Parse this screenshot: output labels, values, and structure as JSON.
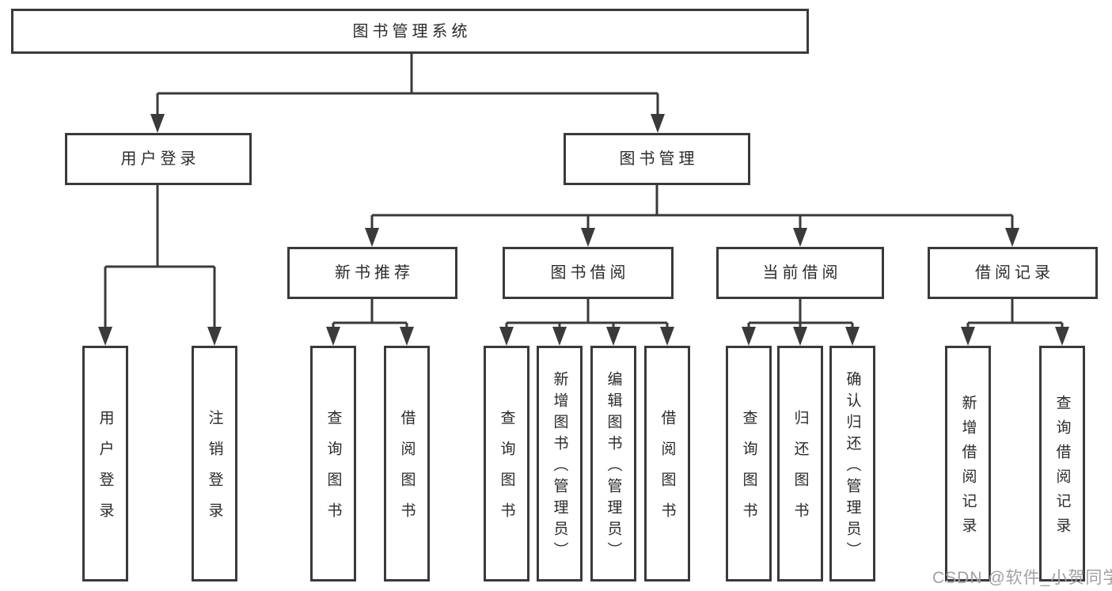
{
  "colors": {
    "line": "#3a3a3a",
    "text": "#2b2b2b",
    "box_bg": "#ffffff",
    "watermark": "#a0a0a0"
  },
  "watermark": {
    "text": "CSDN @软件_小贺同学"
  },
  "tree": {
    "root": "图书管理系统",
    "children": [
      {
        "label": "用户登录",
        "children": [
          {
            "label": "用户登录"
          },
          {
            "label": "注销登录"
          }
        ]
      },
      {
        "label": "图书管理",
        "children": [
          {
            "label": "新书推荐",
            "children": [
              {
                "label": "查询图书"
              },
              {
                "label": "借阅图书"
              }
            ]
          },
          {
            "label": "图书借阅",
            "children": [
              {
                "label": "查询图书"
              },
              {
                "label": "新增图书（管理员）"
              },
              {
                "label": "编辑图书（管理员）"
              },
              {
                "label": "借阅图书"
              }
            ]
          },
          {
            "label": "当前借阅",
            "children": [
              {
                "label": "查询图书"
              },
              {
                "label": "归还图书"
              },
              {
                "label": "确认归还（管理员）"
              }
            ]
          },
          {
            "label": "借阅记录",
            "children": [
              {
                "label": "新增借阅记录"
              },
              {
                "label": "查询借阅记录"
              }
            ]
          }
        ]
      }
    ]
  }
}
